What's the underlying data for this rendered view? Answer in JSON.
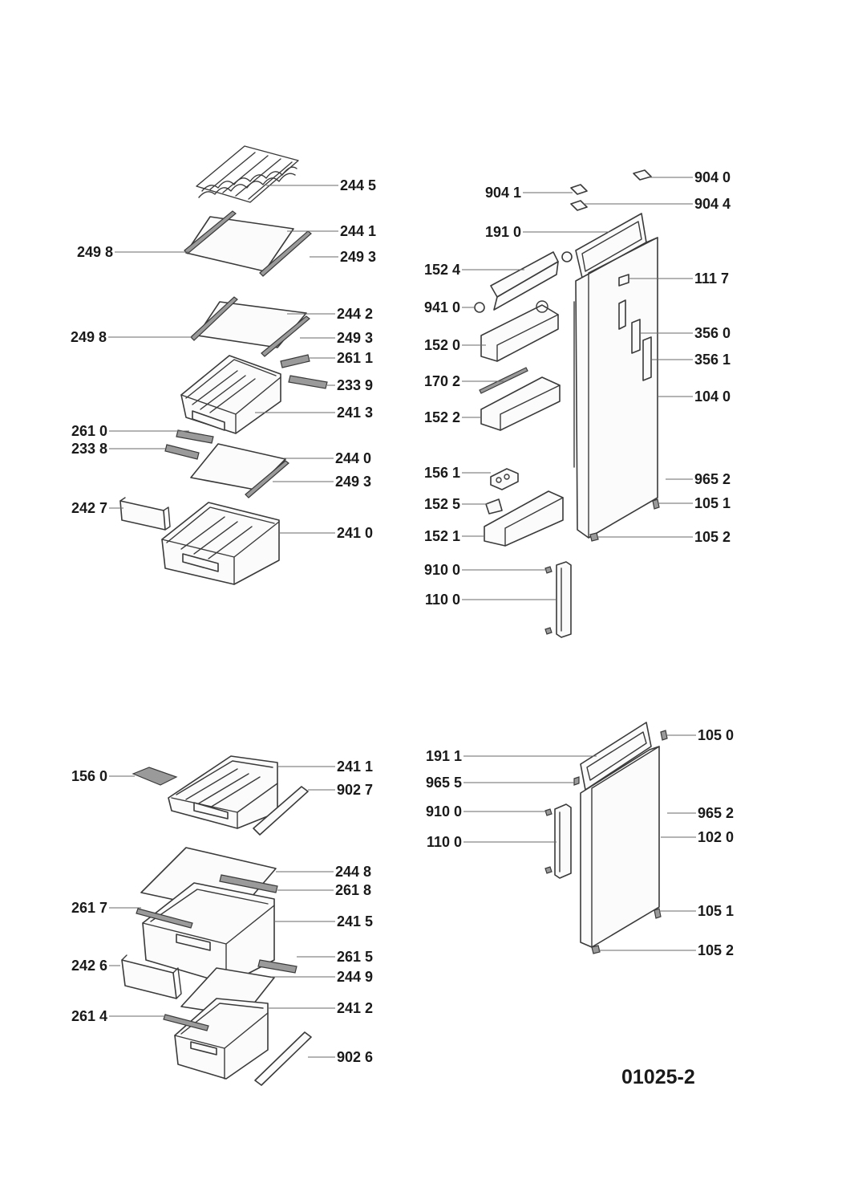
{
  "document_number": "01025-2",
  "parts": [
    {
      "id": "p2445",
      "label": "244 5"
    },
    {
      "id": "p2441",
      "label": "244 1"
    },
    {
      "id": "p2498a",
      "label": "249 8"
    },
    {
      "id": "p2493a",
      "label": "249 3"
    },
    {
      "id": "p2442",
      "label": "244 2"
    },
    {
      "id": "p2498b",
      "label": "249 8"
    },
    {
      "id": "p2493b",
      "label": "249 3"
    },
    {
      "id": "p2611",
      "label": "261 1"
    },
    {
      "id": "p2339",
      "label": "233 9"
    },
    {
      "id": "p2413",
      "label": "241 3"
    },
    {
      "id": "p2610",
      "label": "261 0"
    },
    {
      "id": "p2338",
      "label": "233 8"
    },
    {
      "id": "p2440",
      "label": "244 0"
    },
    {
      "id": "p2493c",
      "label": "249 3"
    },
    {
      "id": "p2427",
      "label": "242 7"
    },
    {
      "id": "p2410",
      "label": "241 0"
    },
    {
      "id": "p9040",
      "label": "904 0"
    },
    {
      "id": "p9041",
      "label": "904 1"
    },
    {
      "id": "p9044",
      "label": "904 4"
    },
    {
      "id": "p1910",
      "label": "191 0"
    },
    {
      "id": "p1524",
      "label": "152 4"
    },
    {
      "id": "p1117",
      "label": "111 7"
    },
    {
      "id": "p9410",
      "label": "941 0"
    },
    {
      "id": "p3560",
      "label": "356 0"
    },
    {
      "id": "p1520",
      "label": "152 0"
    },
    {
      "id": "p3561",
      "label": "356 1"
    },
    {
      "id": "p1702",
      "label": "170 2"
    },
    {
      "id": "p1040",
      "label": "104 0"
    },
    {
      "id": "p1522",
      "label": "152 2"
    },
    {
      "id": "p1561",
      "label": "156 1"
    },
    {
      "id": "p9652a",
      "label": "965 2"
    },
    {
      "id": "p1525",
      "label": "152 5"
    },
    {
      "id": "p1051a",
      "label": "105 1"
    },
    {
      "id": "p1521",
      "label": "152 1"
    },
    {
      "id": "p1052a",
      "label": "105 2"
    },
    {
      "id": "p9100a",
      "label": "910 0"
    },
    {
      "id": "p1100a",
      "label": "110 0"
    },
    {
      "id": "p1560",
      "label": "156 0"
    },
    {
      "id": "p2411",
      "label": "241 1"
    },
    {
      "id": "p9027",
      "label": "902 7"
    },
    {
      "id": "p2448",
      "label": "244 8"
    },
    {
      "id": "p2618",
      "label": "261 8"
    },
    {
      "id": "p2617",
      "label": "261 7"
    },
    {
      "id": "p2415",
      "label": "241 5"
    },
    {
      "id": "p2615",
      "label": "261 5"
    },
    {
      "id": "p2426",
      "label": "242 6"
    },
    {
      "id": "p2449",
      "label": "244 9"
    },
    {
      "id": "p2412",
      "label": "241 2"
    },
    {
      "id": "p2614",
      "label": "261 4"
    },
    {
      "id": "p9026",
      "label": "902 6"
    },
    {
      "id": "p1050",
      "label": "105 0"
    },
    {
      "id": "p1911",
      "label": "191 1"
    },
    {
      "id": "p9655",
      "label": "965 5"
    },
    {
      "id": "p9100b",
      "label": "910 0"
    },
    {
      "id": "p9652b",
      "label": "965 2"
    },
    {
      "id": "p1100b",
      "label": "110 0"
    },
    {
      "id": "p1020",
      "label": "102 0"
    },
    {
      "id": "p1051b",
      "label": "105 1"
    },
    {
      "id": "p1052b",
      "label": "105 2"
    }
  ]
}
